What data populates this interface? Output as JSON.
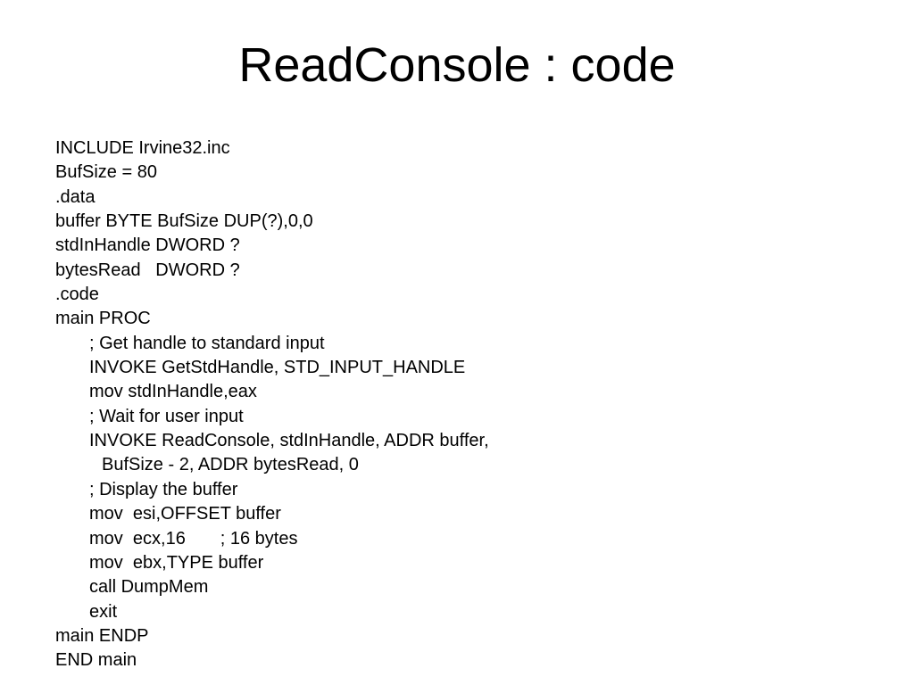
{
  "slide": {
    "title": "ReadConsole : code",
    "lines": [
      {
        "text": "INCLUDE Irvine32.inc",
        "indent": 0
      },
      {
        "text": "BufSize = 80",
        "indent": 0
      },
      {
        "text": ".data",
        "indent": 0
      },
      {
        "text": "buffer BYTE BufSize DUP(?),0,0",
        "indent": 0
      },
      {
        "text": "stdInHandle DWORD ?",
        "indent": 0
      },
      {
        "text": "bytesRead   DWORD ?",
        "indent": 0
      },
      {
        "text": ".code",
        "indent": 0
      },
      {
        "text": "main PROC",
        "indent": 0
      },
      {
        "text": "; Get handle to standard input",
        "indent": 1
      },
      {
        "text": "INVOKE GetStdHandle, STD_INPUT_HANDLE",
        "indent": 1
      },
      {
        "text": "mov stdInHandle,eax",
        "indent": 1
      },
      {
        "text": "; Wait for user input",
        "indent": 1
      },
      {
        "text": "INVOKE ReadConsole, stdInHandle, ADDR buffer,",
        "indent": 1
      },
      {
        "text": "BufSize - 2, ADDR bytesRead, 0",
        "indent": 2
      },
      {
        "text": "; Display the buffer",
        "indent": 1
      },
      {
        "text": "mov  esi,OFFSET buffer",
        "indent": 1
      },
      {
        "text": "mov  ecx,16       ; 16 bytes",
        "indent": 1
      },
      {
        "text": "mov  ebx,TYPE buffer",
        "indent": 1
      },
      {
        "text": "call DumpMem",
        "indent": 1
      },
      {
        "text": "exit",
        "indent": 1
      },
      {
        "text": "main ENDP",
        "indent": 0
      },
      {
        "text": "END main",
        "indent": 0
      }
    ]
  }
}
